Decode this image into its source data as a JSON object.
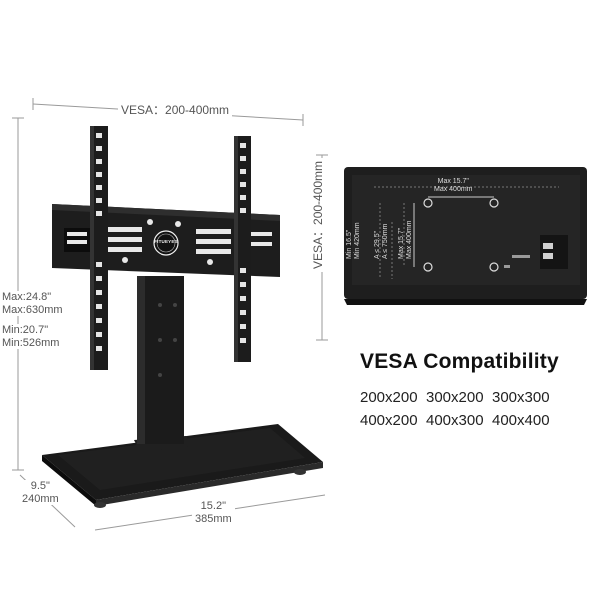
{
  "dimensions": {
    "top_width": "VESA：200-400mm",
    "right_vertical": "VESA：200-400mm",
    "max_height_in": "Max:24.8\"",
    "max_height_mm": "Max:630mm",
    "min_height_in": "Min:20.7\"",
    "min_height_mm": "Min:526mm",
    "depth_in": "9.5\"",
    "depth_mm": "240mm",
    "width_in": "15.2\"",
    "width_mm": "385mm"
  },
  "tv_back": {
    "max_width_in": "Max 15.7\"",
    "max_width_mm": "Max 400mm",
    "min_height_in": "Min 16.5\"",
    "min_height_mm": "Min 420mm",
    "a_in": "A ≤ 29.5\"",
    "a_mm": "A ≤ 750mm",
    "max_height_in": "Max 15.7\"",
    "max_height_mm": "Max 400mm"
  },
  "brand_badge": "FITUEYES",
  "compatibility": {
    "heading": "VESA Compatibility",
    "sizes": [
      "200x200",
      "300x200",
      "300x300",
      "400x200",
      "400x300",
      "400x400"
    ]
  }
}
